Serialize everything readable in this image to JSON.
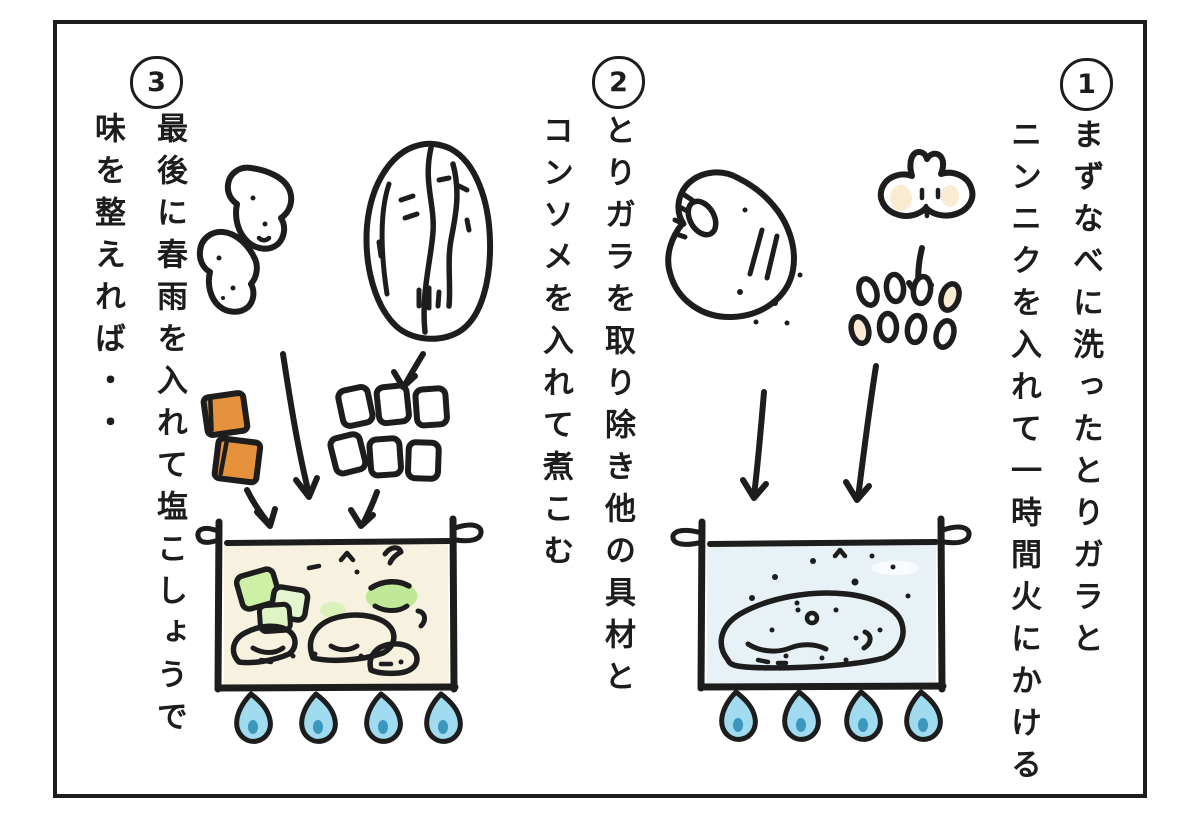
{
  "palette": {
    "ink": "#1d1d1d",
    "paper": "#ffffff",
    "chicken_pink": "#f6b9a6",
    "chicken_pink_light": "#fcdfd4",
    "garlic_cream": "#faecd3",
    "water_blue": "#e7f1f6",
    "broth_cream": "#f7f2e0",
    "flame_blue": "#a1dbf0",
    "flame_core_blue": "#3b97bd",
    "consomme_orange": "#e6913c",
    "cabbage_green": "#96dc6c",
    "cut_cabbage_green": "#8fdb63"
  },
  "panels": [
    {
      "number": "1",
      "lines": [
        "まずなべに洗ったとりガラと",
        "ニンニクを入れて一時間火にかける"
      ],
      "drawings": [
        "garlic-bulb",
        "garlic-cloves",
        "chicken-carcass",
        "pot-of-water-with-carcass",
        "burner-flames",
        "down-arrows"
      ]
    },
    {
      "number": "2",
      "lines": [
        "とりガラを取り除き他の具材と",
        "コンソメを入れて煮こむ"
      ],
      "drawings": []
    },
    {
      "number": "3",
      "lines": [
        "最後に春雨を入れて塩こしょうで",
        "味を整えれば・・"
      ],
      "drawings": [
        "chicken-pieces",
        "napa-cabbage",
        "consomme-cubes",
        "cut-cabbage-pieces",
        "pot-of-soup",
        "burner-flames",
        "down-arrows"
      ]
    }
  ]
}
